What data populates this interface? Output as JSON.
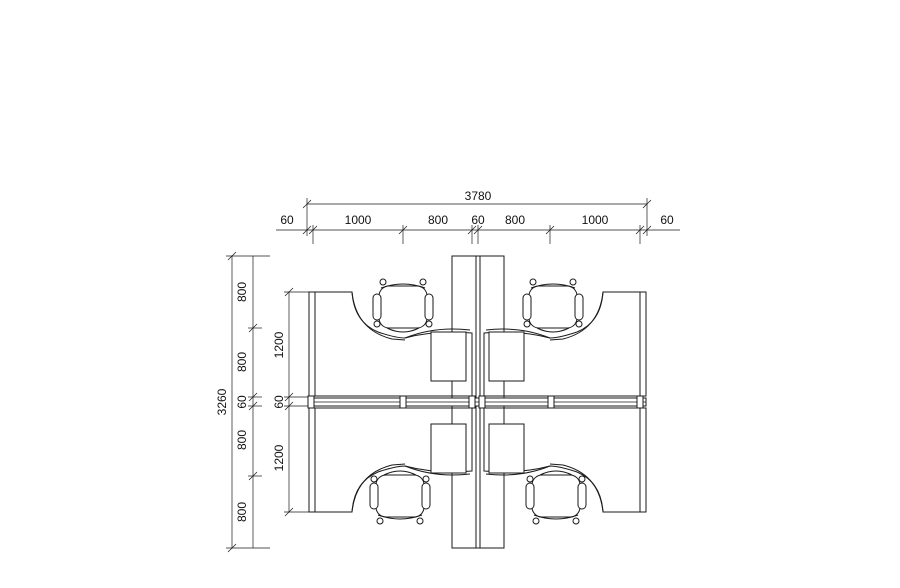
{
  "diagram": {
    "dimensions": {
      "top_total": "3780",
      "top": [
        "60",
        "1000",
        "800",
        "60",
        "800",
        "1000",
        "60"
      ],
      "left_total": "3260",
      "left_outer": [
        "800",
        "800",
        "60",
        "800",
        "800"
      ],
      "left_inner": [
        "1200",
        "60",
        "1200"
      ]
    },
    "workstations": 4,
    "chairs": 4,
    "pedestals": 4
  }
}
